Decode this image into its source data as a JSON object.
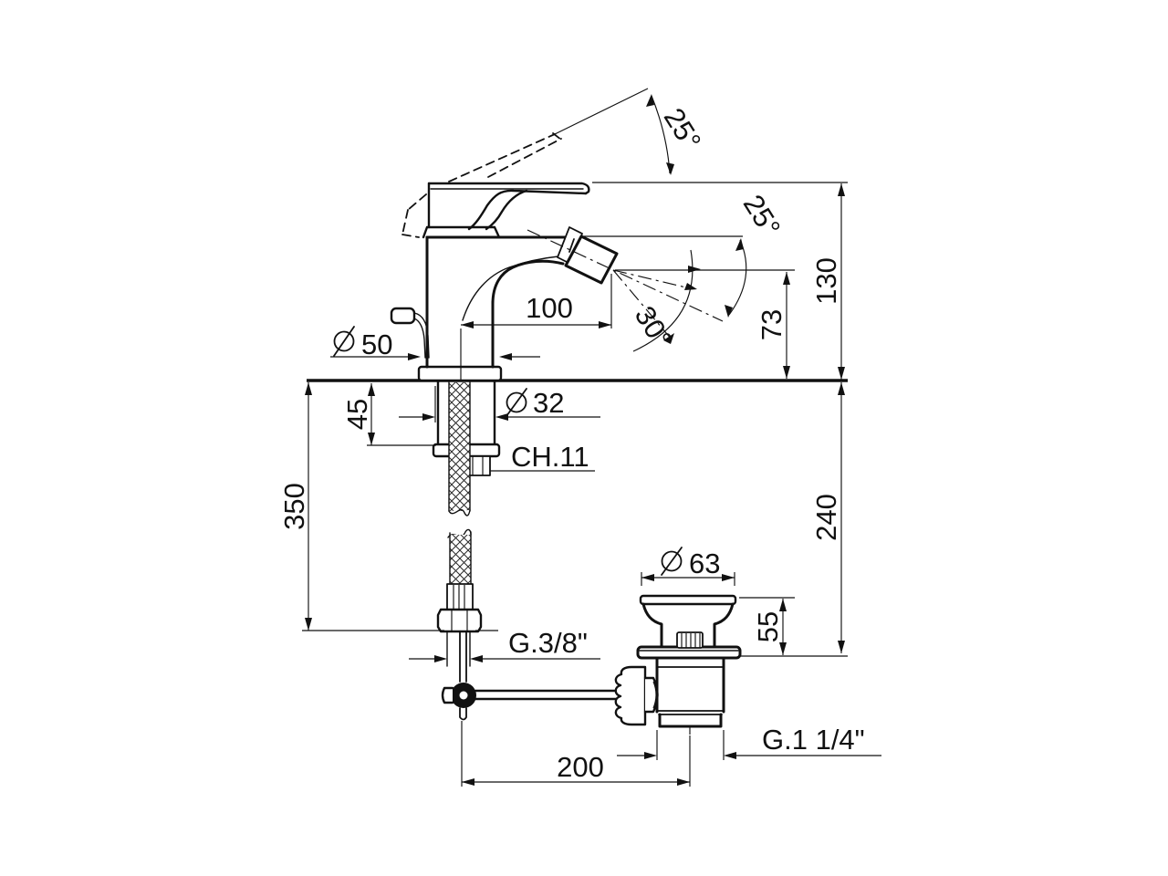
{
  "colors": {
    "ink": "#111111",
    "background": "#ffffff"
  },
  "labels": {
    "handle_angle": "25°",
    "spray_angle": "25°",
    "spray_cone_angle": "30°",
    "spout_reach": "100",
    "outlet_height": "73",
    "height_above_deck": "130",
    "base_diameter": "50",
    "max_deck_thickness": "45",
    "shank_diameter": "32",
    "shank_wrench_size": "CH.11",
    "hose_length": "350",
    "height_below_deck": "240",
    "waste_flange_diameter": "63",
    "waste_flange_height": "55",
    "supply_thread": "G.3/8\"",
    "waste_thread": "G.1 1/4\"",
    "drain_offset": "200"
  },
  "icons": {
    "diameter_symbol": "circle-with-slash"
  }
}
